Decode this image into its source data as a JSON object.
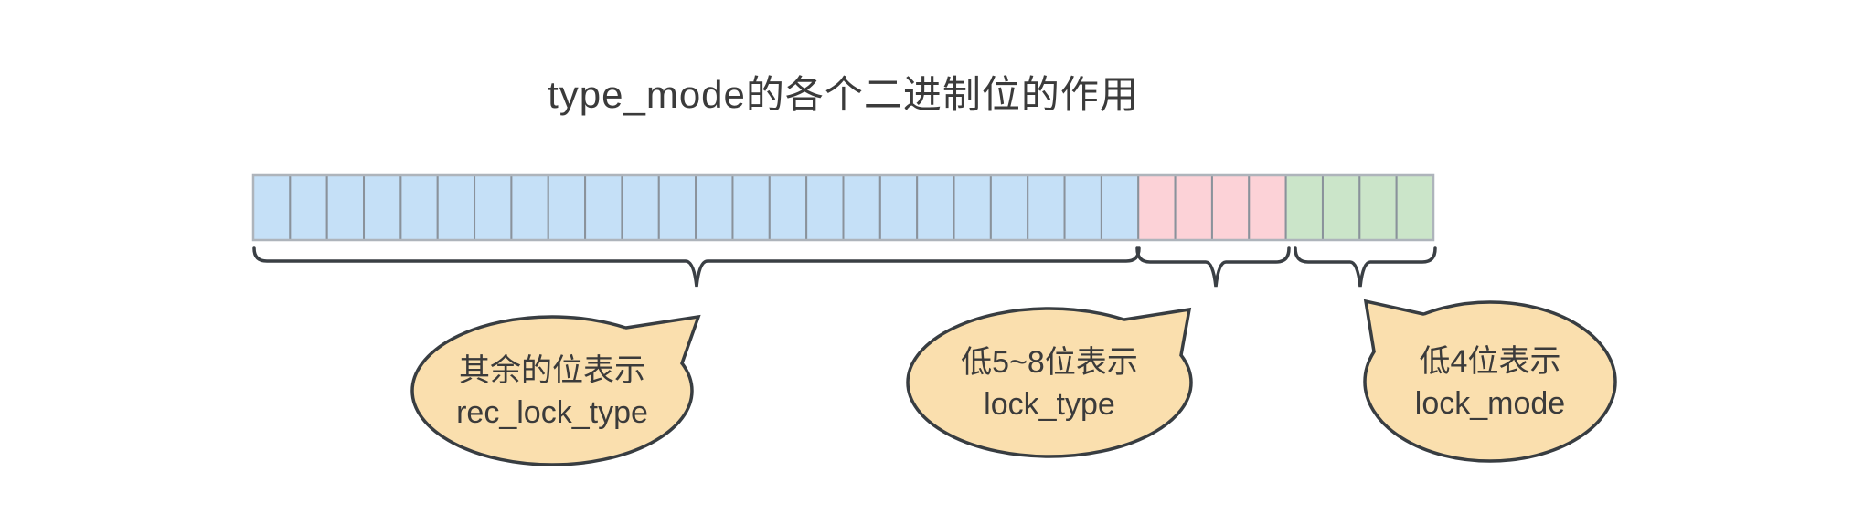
{
  "title": "type_mode的各个二进制位的作用",
  "colors": {
    "background": "#ffffff",
    "cell_blue": "#c5e0f7",
    "cell_pink": "#fcd2d7",
    "cell_green": "#cbe5c9",
    "cell_border": "#8a929b",
    "row_outline": "#aeb4bb",
    "brace_stroke": "#3a3f44",
    "bubble_fill": "#fadfae",
    "bubble_stroke": "#383d41",
    "text": "#3b3b3b"
  },
  "bit_row": {
    "total_bits": 32,
    "segments": [
      {
        "name": "rec_lock_type",
        "bits": 24,
        "color_key": "cell_blue"
      },
      {
        "name": "lock_type",
        "bits": 4,
        "color_key": "cell_pink"
      },
      {
        "name": "lock_mode",
        "bits": 4,
        "color_key": "cell_green"
      }
    ]
  },
  "callouts": [
    {
      "line1": "其余的位表示",
      "line2": "rec_lock_type"
    },
    {
      "line1": "低5~8位表示",
      "line2": "lock_type"
    },
    {
      "line1": "低4位表示",
      "line2": "lock_mode"
    }
  ]
}
